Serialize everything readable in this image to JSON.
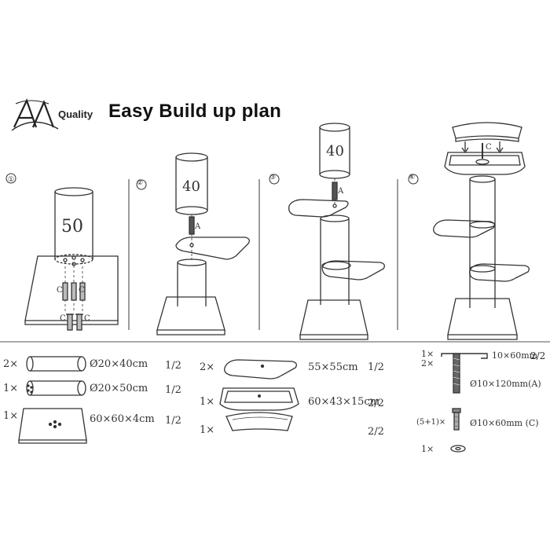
{
  "header": {
    "logo_label": "Quality",
    "title": "Easy Build up plan"
  },
  "steps": [
    {
      "number": "①"
    },
    {
      "number": "②"
    },
    {
      "number": "③"
    },
    {
      "number": "④"
    }
  ],
  "post_labels": {
    "step1_post": "50",
    "step2_post": "40",
    "step3_post": "40"
  },
  "marker_labels": {
    "c": "C",
    "a": "A"
  },
  "parts_list": {
    "tubes": [
      {
        "qty": "2×",
        "spec": "Ø20×40cm",
        "set": "1/2"
      },
      {
        "qty": "1×",
        "spec": "Ø20×50cm",
        "set": "1/2"
      }
    ],
    "base": {
      "qty": "1×",
      "spec": "60×60×4cm",
      "set": "1/2"
    },
    "platform": {
      "qty": "2×",
      "spec": "55×55cm",
      "set": "1/2"
    },
    "basket": {
      "qty": "1×",
      "spec": "60×43×15cm",
      "set": "2/2"
    },
    "cushion": {
      "qty": "1×",
      "spec": "",
      "set": "2/2"
    },
    "hardware": [
      {
        "qty": "1×",
        "spec": "10×60mm",
        "set": "2/2",
        "icon": "allen-key-icon"
      },
      {
        "qty": "2×",
        "spec": "Ø10×120mm(A)",
        "set": "",
        "icon": "threaded-rod-icon"
      },
      {
        "qty": "(5+1)×",
        "spec": "Ø10×60mm  (C)",
        "set": "",
        "icon": "bolt-icon"
      },
      {
        "qty": "1×",
        "spec": "",
        "set": "",
        "icon": "washer-icon"
      }
    ]
  }
}
